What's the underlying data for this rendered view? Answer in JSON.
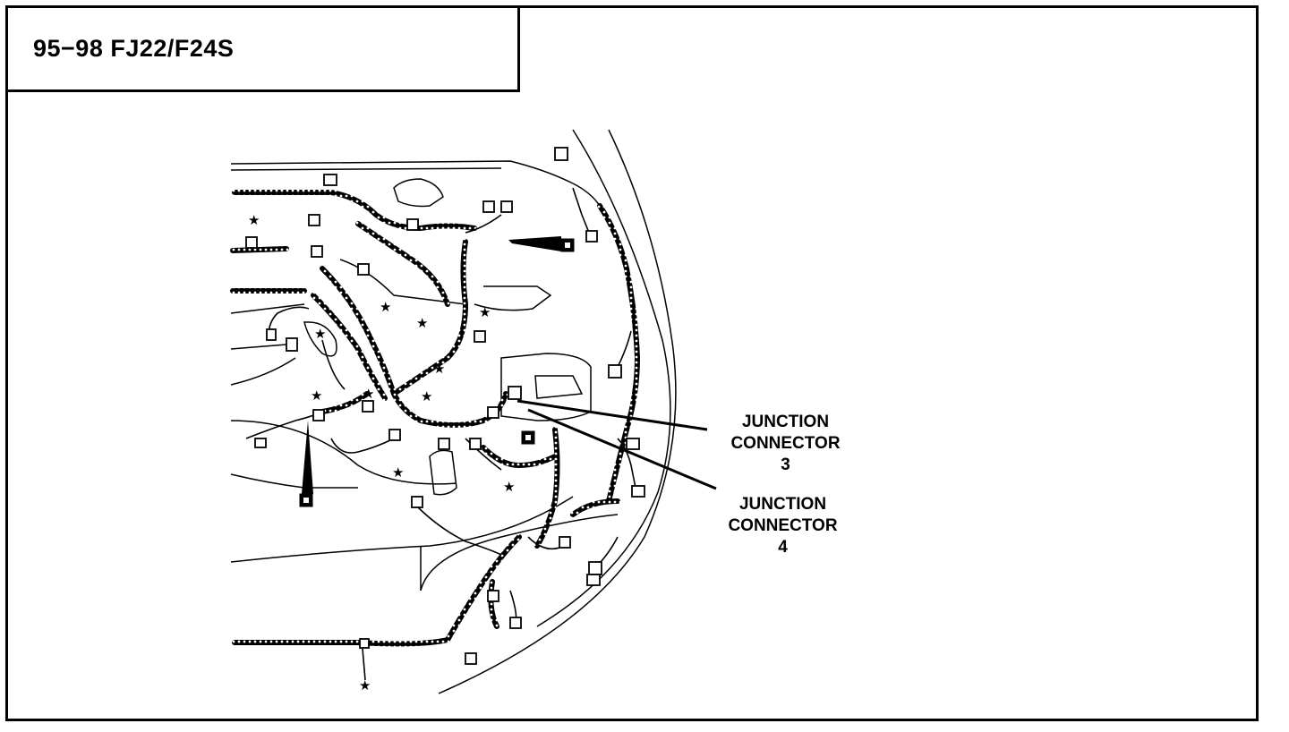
{
  "title": "95−98 FJ22/F24S",
  "labels": {
    "junction_3": {
      "line1": "JUNCTION",
      "line2": "CONNECTOR",
      "line3": "3"
    },
    "junction_4": {
      "line1": "JUNCTION",
      "line2": "CONNECTOR",
      "line3": "4"
    }
  },
  "colors": {
    "ink": "#000000",
    "paper": "#ffffff"
  }
}
